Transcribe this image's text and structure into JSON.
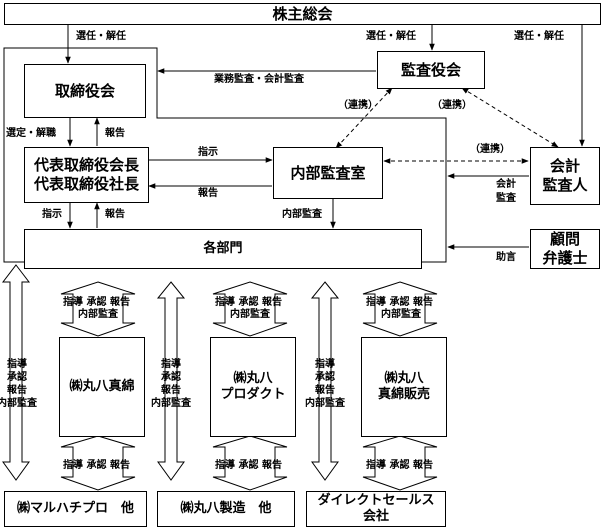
{
  "boxes": {
    "shareholders": "株主総会",
    "board": "取締役会",
    "auditors": "監査役会",
    "president_line1": "代表取締役会長",
    "president_line2": "代表取締役社長",
    "internal_audit": "内部監査室",
    "departments": "各部門",
    "accountant_line1": "会計",
    "accountant_line2": "監査人",
    "counsel_line1": "顧問",
    "counsel_line2": "弁護士",
    "sub1_line1": "㈱丸八真綿",
    "sub2_line1": "㈱丸八",
    "sub2_line2": "プロダクト",
    "sub3_line1": "㈱丸八",
    "sub3_line2": "真綿販売",
    "bottom1": "㈱マルハチプロ　他",
    "bottom2": "㈱丸八製造　他",
    "bottom3_line1": "ダイレクトセールス",
    "bottom3_line2": "会社"
  },
  "labels": {
    "appoint_dismiss_board": "選任・解任",
    "appoint_dismiss_auditors": "選任・解任",
    "appoint_dismiss_accountant": "選任・解任",
    "business_accounting_audit": "業務監査・会計監査",
    "cooperation_left": "（連携）",
    "cooperation_right": "（連携）",
    "cooperation_accountant": "（連携）",
    "select_dismiss": "選定・解職",
    "report_board": "報告",
    "instruct_audit": "指示",
    "report_audit": "報告",
    "instruct_depts": "指示",
    "report_depts": "報告",
    "internal_audit_label": "内部監査",
    "accounting_audit_line1": "会計",
    "accounting_audit_line2": "監査",
    "advice": "助言",
    "guide1_top": "指導 承認 報告",
    "guide1_bottom": "内部監査",
    "guide2_top": "指導 承認 報告",
    "guide2_bottom": "内部監査",
    "guide3_top": "指導 承認 報告",
    "guide3_bottom": "内部監査",
    "lower1": "指導 承認 報告",
    "lower2": "指導 承認 報告",
    "lower3": "指導 承認 報告",
    "vert_a": [
      "指導",
      "承認",
      "報告",
      "内部監査"
    ],
    "vert_b": [
      "指導",
      "承認",
      "報告",
      "内部監査"
    ],
    "vert_c": [
      "指導",
      "承認",
      "報告",
      "内部監査"
    ]
  }
}
